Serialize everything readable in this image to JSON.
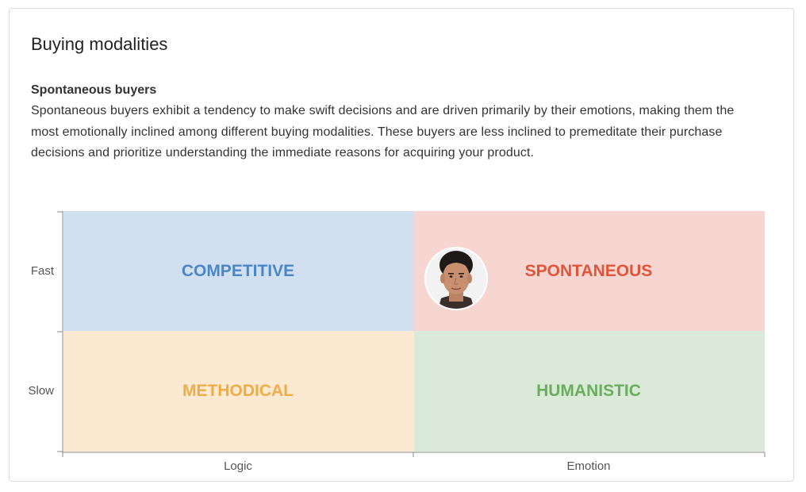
{
  "card": {
    "title": "Buying modalities",
    "subheading": "Spontaneous buyers",
    "description": "Spontaneous buyers exhibit a tendency to make swift decisions and are driven primarily by their emotions, making them the most emotionally inclined among different buying modalities. These buyers are less inclined to premeditate their purchase decisions and prioritize understanding the immediate reasons for acquiring your product."
  },
  "matrix": {
    "y_ticks": [
      "Fast",
      "Slow"
    ],
    "x_ticks": [
      "Logic",
      "Emotion"
    ],
    "quadrants": {
      "competitive": {
        "label": "COMPETITIVE",
        "text_color": "#4a86c8",
        "fill": "#d1e0f0"
      },
      "spontaneous": {
        "label": "SPONTANEOUS",
        "text_color": "#e0553a",
        "fill": "#f7d6d1"
      },
      "methodical": {
        "label": "METHODICAL",
        "text_color": "#efad48",
        "fill": "#fbe9d2"
      },
      "humanistic": {
        "label": "HUMANISTIC",
        "text_color": "#6aad5f",
        "fill": "#dae9d8"
      }
    },
    "selected_quadrant": "spontaneous",
    "marker_icon": "person-avatar"
  },
  "colors": {
    "axis": "#888888",
    "card_border": "#dcdcdc"
  }
}
